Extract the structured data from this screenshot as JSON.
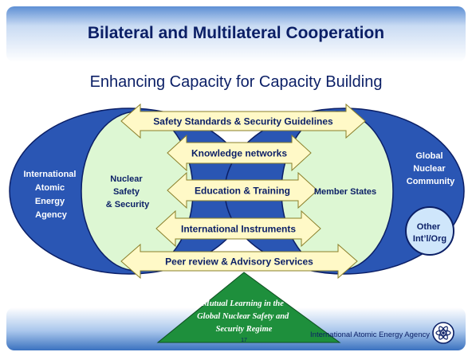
{
  "slide": {
    "title": "Bilateral and Multilateral Cooperation",
    "subtitle": "Enhancing Capacity for Capacity Building",
    "page_number": "17",
    "footer_org": "International Atomic Energy Agency",
    "logo": "iaea-atom-logo"
  },
  "left_group": {
    "outer_label": [
      "International",
      "Atomic",
      "Energy",
      "Agency"
    ],
    "inner_label": [
      "Nuclear",
      "Safety",
      "& Security"
    ]
  },
  "right_group": {
    "outer_label": [
      "Global",
      "Nuclear",
      "Community"
    ],
    "inner_label": "Member States",
    "small_circle_label": [
      "Other",
      "Int’l/Org"
    ]
  },
  "arrows": [
    "Safety Standards & Security Guidelines",
    "Knowledge networks",
    "Education & Training",
    "International Instruments",
    "Peer review & Advisory Services"
  ],
  "triangle_label": [
    "Mutual Learning  in the",
    "Global Nuclear Safety and",
    "Security Regime"
  ],
  "colors": {
    "navy": "#0b1f66",
    "royal_blue": "#2a56b4",
    "light_green": "#ddf7d3",
    "arrow_fill": "#fff9c7",
    "triangle_green": "#1e8f3c",
    "footer_blue": "#3a71bf"
  }
}
